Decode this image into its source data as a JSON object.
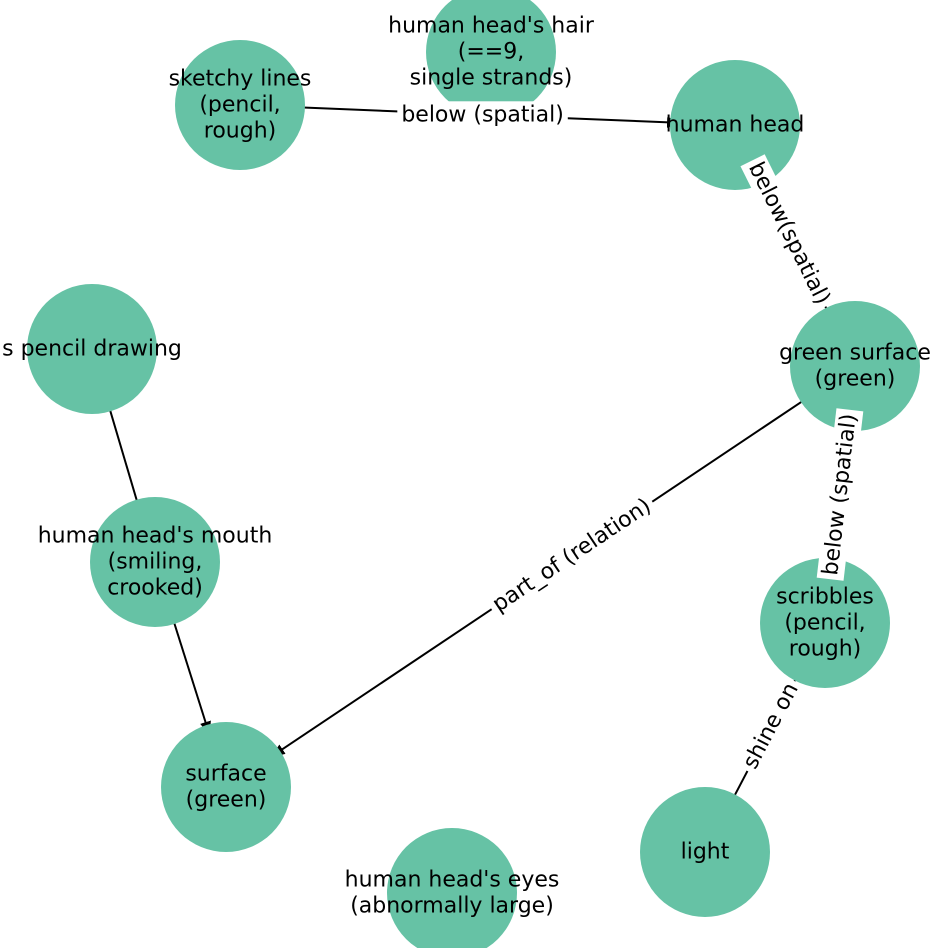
{
  "colors": {
    "node_fill": "#66c2a5",
    "edge": "#000000",
    "text": "#000000",
    "background": "#ffffff"
  },
  "nodes": [
    {
      "id": "hair",
      "lines": [
        "human head's hair",
        "(==9,",
        "single strands)"
      ]
    },
    {
      "id": "sketchy",
      "lines": [
        "sketchy lines",
        "(pencil,",
        "rough)"
      ]
    },
    {
      "id": "head",
      "lines": [
        "human head"
      ]
    },
    {
      "id": "pencil",
      "lines": [
        "s pencil drawing"
      ]
    },
    {
      "id": "green_surface",
      "lines": [
        "green surface",
        "(green)"
      ]
    },
    {
      "id": "mouth",
      "lines": [
        "human head's mouth",
        "(smiling,",
        "crooked)"
      ]
    },
    {
      "id": "scribbles",
      "lines": [
        "scribbles",
        "(pencil,",
        "rough)"
      ]
    },
    {
      "id": "surface",
      "lines": [
        "surface",
        "(green)"
      ]
    },
    {
      "id": "light",
      "lines": [
        "light"
      ]
    },
    {
      "id": "eyes",
      "lines": [
        "human head's eyes",
        "(abnormally large)"
      ]
    }
  ],
  "edges": [
    {
      "id": "sketchy-head",
      "source": "sketchy",
      "target": "head",
      "label": "below (spatial)",
      "directed": true
    },
    {
      "id": "green-head",
      "source": "green_surface",
      "target": "head",
      "label": "below(spatial)",
      "directed": true
    },
    {
      "id": "green-surface",
      "source": "green_surface",
      "target": "surface",
      "label": "part_of (relation)",
      "directed": true
    },
    {
      "id": "scribbles-green",
      "source": "scribbles",
      "target": "green_surface",
      "label": "below (spatial)",
      "directed": true
    },
    {
      "id": "light-scribbles",
      "source": "light",
      "target": "scribbles",
      "label": "shine on",
      "directed": false
    },
    {
      "id": "pencil-mouth",
      "source": "pencil",
      "target": "mouth",
      "label": "",
      "directed": false
    },
    {
      "id": "mouth-surface",
      "source": "mouth",
      "target": "surface",
      "label": "",
      "directed": true
    }
  ]
}
